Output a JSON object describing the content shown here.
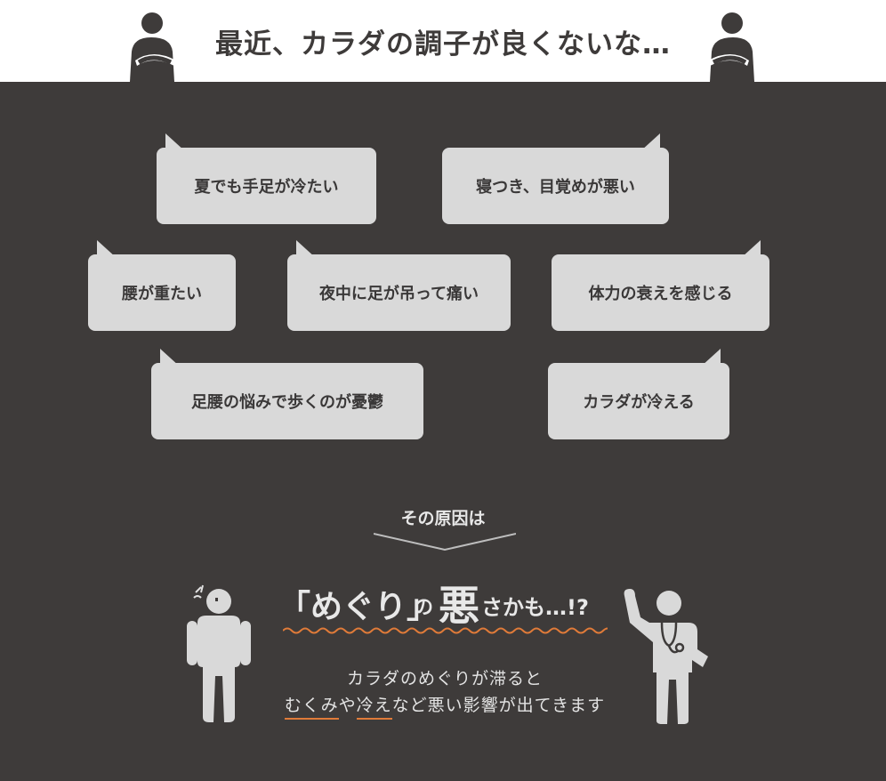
{
  "header": {
    "title": "最近、カラダの調子が良くないな…"
  },
  "complaints": [
    "夏でも手足が冷たい",
    "寝つき、目覚めが悪い",
    "腰が重たい",
    "夜中に足が吊って痛い",
    "体力の衰えを感じる",
    "足腰の悩みで歩くのが憂鬱",
    "カラダが冷える"
  ],
  "cause": {
    "label": "その原因は",
    "headline_part1": "「めぐり」",
    "headline_part2": "の",
    "headline_part3": "悪",
    "headline_part4": "さかも…!?"
  },
  "description": {
    "line1": "カラダのめぐりが滞ると",
    "line2_highlight1": "むくみ",
    "line2_part2": "や",
    "line2_highlight2": "冷え",
    "line2_part3": "など悪い影響が出てきます"
  },
  "colors": {
    "background_dark": "#3e3b3a",
    "bubble": "#d9d9d9",
    "accent_underline": "#e07b39"
  }
}
